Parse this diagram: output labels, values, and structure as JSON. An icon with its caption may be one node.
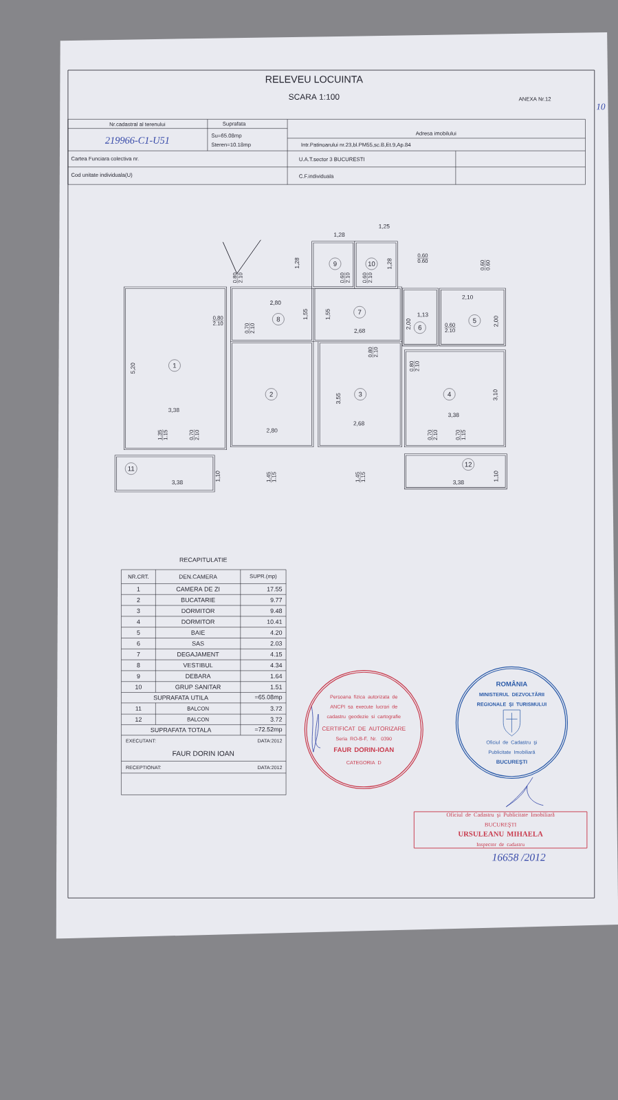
{
  "diagram": {
    "title": "RELEVEU LOCUINTA",
    "nodes": [
      {
        "text": [
          "1"
        ]
      },
      {
        "text": [
          "2"
        ]
      },
      {
        "text": [
          "3"
        ]
      },
      {
        "text": [
          "4"
        ]
      },
      {
        "text": [
          "5"
        ]
      },
      {
        "text": [
          "6"
        ]
      },
      {
        "text": [
          "7"
        ]
      },
      {
        "text": [
          "8"
        ]
      },
      {
        "text": [
          "9"
        ]
      },
      {
        "text": [
          "10"
        ]
      },
      {
        "text": [
          "11"
        ]
      },
      {
        "text": [
          "12"
        ]
      },
      {
        "text": [
          "Persoana fizica autorizata de ANCPI sa execute lucrari de cadastru geodezie si cartografie",
          "CERTIFICAT DE AUTORIZARE",
          "Seria RO-B-F, Nr. 0390",
          "FAUR DORIN-IOAN",
          "CATEGORIA D"
        ]
      },
      {
        "text": [
          "ROMÂNIA",
          "MINISTERUL DEZVOLTĂRII REGIONALE ŞI TURISMULUI",
          "Oficiul de Cadastru şi Publicitate Imobiliară",
          "BUCUREŞTI"
        ]
      },
      {
        "text": [
          "Oficiul de Cadastru şi Publicitate Imobiliară",
          "BUCUREŞTI",
          "URSULEANU MIHAELA",
          "Inspector de cadastru"
        ]
      }
    ],
    "labels": [
      "SCARA 1:100",
      "ANEXA Nr.12",
      "10",
      "Nr.cadastral al terenului",
      "Suprafata",
      "Adresa imobilului",
      "219966-C1-U51",
      "Su=65.08mp",
      "Steren=10.18mp",
      "Intr.Patinoarului nr.23,bl.PM55,sc.B,Et.9,Ap.84",
      "Cartea Funciara colectiva nr.",
      "U.A.T.sector 3 BUCURESTI",
      "Cod unitate individuala(U)",
      "C.F.individuala",
      "1,28",
      "1,25",
      "1,28",
      "0.60",
      "0.60",
      "1,28",
      "0.60",
      "0.60",
      "0.80",
      "2.10",
      "0.60",
      "2.10",
      "0.60",
      "2.10",
      "2,10",
      "2,80",
      "1,55",
      "1,55",
      "1,13",
      "0.80",
      "2.10",
      "2,00",
      "2,00",
      "0.70",
      "2.10",
      "2,68",
      "0.60",
      "2.10",
      "0.80",
      "2.10",
      "5,20",
      "0.80",
      "2.10",
      "3,55",
      "3,10",
      "3,38",
      "3,38",
      "2,68",
      "2,80",
      "1.35",
      "1.15",
      "0.70",
      "2.10",
      "0.70",
      "2.10",
      "0.70",
      "1.15",
      "1,10",
      "1.45",
      "1.15",
      "1.45",
      "1.15",
      "1,10",
      "3,38",
      "3,38",
      "RECAPITULATIE",
      "NR.CRT.",
      "DEN.CAMERA",
      "SUPR.(mp)",
      "1",
      "CAMERA DE ZI",
      "17.55",
      "2",
      "BUCATARIE",
      "9.77",
      "3",
      "DORMITOR",
      "9.48",
      "4",
      "DORMITOR",
      "10.41",
      "5",
      "BAIE",
      "4.20",
      "6",
      "SAS",
      "2.03",
      "7",
      "DEGAJAMENT",
      "4.15",
      "8",
      "VESTIBUL",
      "4.34",
      "9",
      "DEBARA",
      "1.64",
      "10",
      "GRUP SANITAR",
      "1.51",
      "SUPRAFATA UTILA",
      "=65.08mp",
      "11",
      "BALCON",
      "3.72",
      "12",
      "BALCON",
      "3.72",
      "SUPRAFATA TOTALA",
      "=72.52mp",
      "EXECUTANT:",
      "DATA:2012",
      "FAUR DORIN IOAN",
      "RECEPTIONAT:",
      "DATA:2012",
      "16658 /2012"
    ]
  }
}
